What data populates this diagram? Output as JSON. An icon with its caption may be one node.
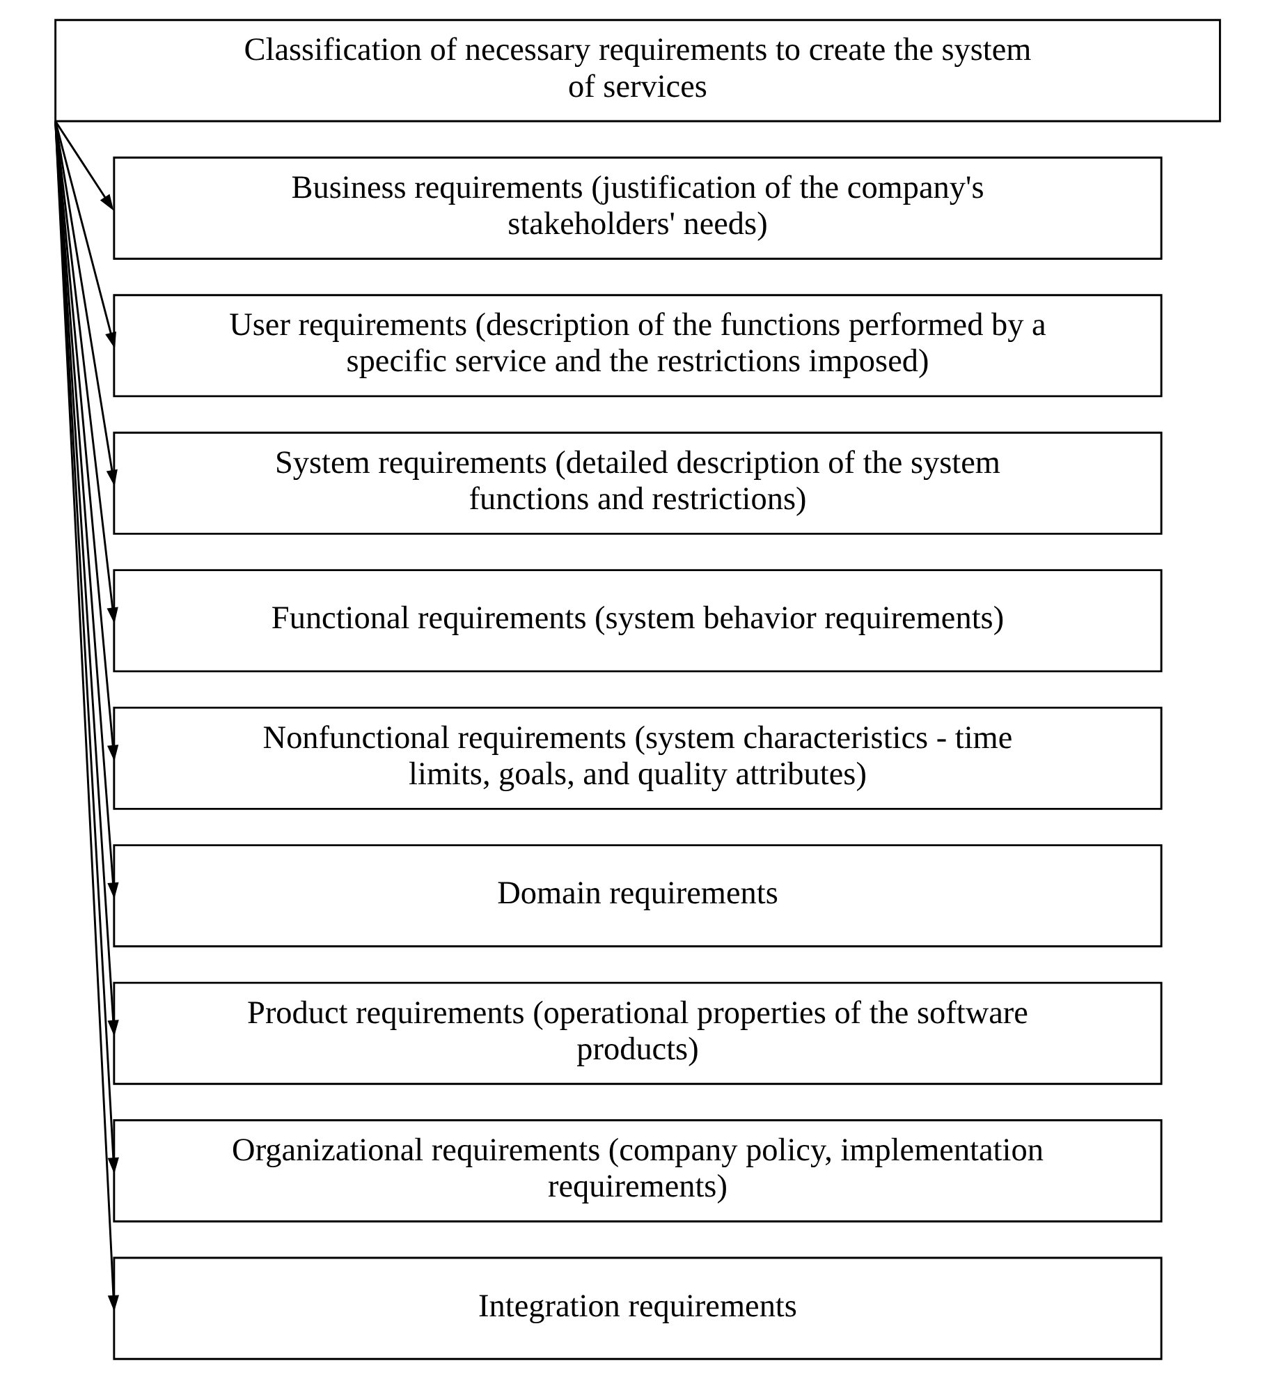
{
  "diagram": {
    "nodes": [
      {
        "text": [
          "Classification of necessary requirements to create the system of services"
        ]
      },
      {
        "text": [
          "Business requirements (justification of the company's stakeholders' needs)"
        ]
      },
      {
        "text": [
          "User requirements (description of the functions performed by a specific service and the restrictions imposed)"
        ]
      },
      {
        "text": [
          "System requirements (detailed description of the system functions and restrictions)"
        ]
      },
      {
        "text": [
          "Functional requirements (system behavior requirements)"
        ]
      },
      {
        "text": [
          "Nonfunctional requirements (system characteristics - time limits, goals, and quality attributes)"
        ]
      },
      {
        "text": [
          "Domain requirements"
        ]
      },
      {
        "text": [
          "Product requirements (operational properties of the software products)"
        ]
      },
      {
        "text": [
          "Organizational requirements (company policy, implementation requirements)"
        ]
      },
      {
        "text": [
          "Integration requirements"
        ]
      }
    ],
    "edges": [
      {
        "from": 0,
        "to": 1,
        "arrow": "to"
      },
      {
        "from": 0,
        "to": 2,
        "arrow": "to"
      },
      {
        "from": 0,
        "to": 3,
        "arrow": "to"
      },
      {
        "from": 0,
        "to": 4,
        "arrow": "to"
      },
      {
        "from": 0,
        "to": 5,
        "arrow": "to"
      },
      {
        "from": 0,
        "to": 6,
        "arrow": "to"
      },
      {
        "from": 0,
        "to": 7,
        "arrow": "to"
      },
      {
        "from": 0,
        "to": 8,
        "arrow": "to"
      },
      {
        "from": 0,
        "to": 9,
        "arrow": "to"
      }
    ]
  }
}
